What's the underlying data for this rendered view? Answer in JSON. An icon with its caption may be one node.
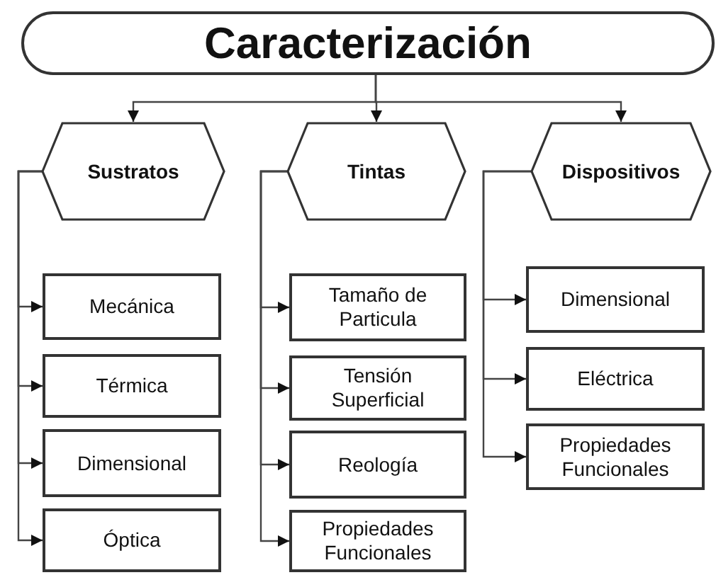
{
  "diagram": {
    "nodes": [
      {
        "text": [
          "Caracterización"
        ]
      },
      {
        "text": [
          "Sustratos"
        ]
      },
      {
        "text": [
          "Tintas"
        ]
      },
      {
        "text": [
          "Dispositivos"
        ]
      },
      {
        "text": [
          "Mecánica"
        ]
      },
      {
        "text": [
          "Térmica"
        ]
      },
      {
        "text": [
          "Dimensional"
        ]
      },
      {
        "text": [
          "Óptica"
        ]
      },
      {
        "text": [
          "Tamaño de Particula"
        ]
      },
      {
        "text": [
          "Tensión Superficial"
        ]
      },
      {
        "text": [
          "Reología"
        ]
      },
      {
        "text": [
          "Propiedades Funcionales"
        ]
      },
      {
        "text": [
          "Dimensional"
        ]
      },
      {
        "text": [
          "Eléctrica"
        ]
      },
      {
        "text": [
          "Propiedades Funcionales"
        ]
      }
    ],
    "edges": [
      {
        "from": 0,
        "to": 1,
        "arrow": "to"
      },
      {
        "from": 0,
        "to": 2,
        "arrow": "to"
      },
      {
        "from": 0,
        "to": 3,
        "arrow": "to"
      },
      {
        "from": 1,
        "to": 4,
        "arrow": "to"
      },
      {
        "from": 1,
        "to": 5,
        "arrow": "to"
      },
      {
        "from": 1,
        "to": 6,
        "arrow": "to"
      },
      {
        "from": 1,
        "to": 7,
        "arrow": "to"
      },
      {
        "from": 2,
        "to": 8,
        "arrow": "to"
      },
      {
        "from": 2,
        "to": 9,
        "arrow": "to"
      },
      {
        "from": 2,
        "to": 10,
        "arrow": "to"
      },
      {
        "from": 2,
        "to": 11,
        "arrow": "to"
      },
      {
        "from": 3,
        "to": 12,
        "arrow": "to"
      },
      {
        "from": 3,
        "to": 13,
        "arrow": "to"
      },
      {
        "from": 3,
        "to": 14,
        "arrow": "to"
      }
    ]
  }
}
